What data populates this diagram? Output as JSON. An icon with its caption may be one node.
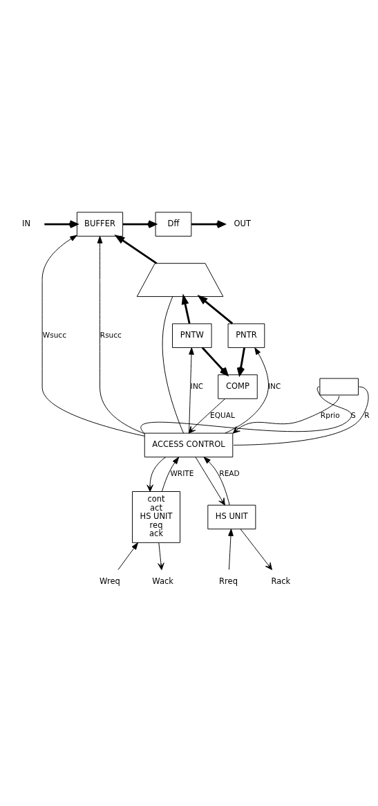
{
  "diagram": {
    "nodes": [
      {
        "text": [
          "IN"
        ]
      },
      {
        "text": [
          "BUFFER"
        ]
      },
      {
        "text": [
          "Dff"
        ]
      },
      {
        "text": [
          "OUT"
        ]
      },
      {
        "text": [],
        "shape": "trapezoid"
      },
      {
        "text": [
          "PNTW"
        ]
      },
      {
        "text": [
          "PNTR"
        ]
      },
      {
        "text": [
          "COMP"
        ]
      },
      {
        "text": [],
        "shape": "box"
      },
      {
        "text": [
          "ACCESS CONTROL"
        ]
      },
      {
        "text": [
          "cont",
          "act",
          "HS UNIT",
          "req",
          "ack"
        ]
      },
      {
        "text": [
          "HS UNIT"
        ]
      },
      {
        "text": [
          "Wreq"
        ]
      },
      {
        "text": [
          "Wack"
        ]
      },
      {
        "text": [
          "Rreq"
        ]
      },
      {
        "text": [
          "Rack"
        ]
      }
    ],
    "edges": [
      {
        "from": 0,
        "to": 1,
        "arrow": "to",
        "style": "thick"
      },
      {
        "from": 1,
        "to": 2,
        "arrow": "to",
        "style": "thick"
      },
      {
        "from": 2,
        "to": 3,
        "arrow": "to",
        "style": "thick"
      },
      {
        "from": 4,
        "to": 1,
        "arrow": "to",
        "style": "thick"
      },
      {
        "from": 5,
        "to": 4,
        "arrow": "to",
        "style": "thick"
      },
      {
        "from": 6,
        "to": 4,
        "arrow": "to",
        "style": "thick"
      },
      {
        "from": 5,
        "to": 7,
        "arrow": "to",
        "style": "thick"
      },
      {
        "from": 6,
        "to": 7,
        "arrow": "to",
        "style": "thick"
      },
      {
        "from": 9,
        "to": 1,
        "arrow": "to",
        "label": "Wsucc"
      },
      {
        "from": 9,
        "to": 5,
        "arrow": "to",
        "label": "INC"
      },
      {
        "from": 9,
        "to": 8,
        "arrow": "none",
        "label": "S"
      },
      {
        "from": 9,
        "to": 10,
        "arrow": "to"
      },
      {
        "from": 9,
        "to": 1,
        "arrow": "to",
        "label": "Rsucc"
      },
      {
        "from": 9,
        "to": 6,
        "arrow": "to",
        "label": "INC"
      },
      {
        "from": 9,
        "to": 4,
        "arrow": "none"
      },
      {
        "from": 9,
        "to": 8,
        "arrow": "none",
        "label": "R"
      },
      {
        "from": 9,
        "to": 11,
        "arrow": "to"
      },
      {
        "from": 7,
        "to": 9,
        "arrow": "to",
        "label": "EQUAL"
      },
      {
        "from": 8,
        "to": 9,
        "arrow": "to",
        "label": "Rprio"
      },
      {
        "from": 10,
        "to": 9,
        "arrow": "to",
        "label": "WRITE"
      },
      {
        "from": 11,
        "to": 9,
        "arrow": "to",
        "label": "READ"
      },
      {
        "from": 12,
        "to": 10,
        "arrow": "to"
      },
      {
        "from": 10,
        "to": 13,
        "arrow": "to"
      },
      {
        "from": 14,
        "to": 11,
        "arrow": "to"
      },
      {
        "from": 11,
        "to": 15,
        "arrow": "to"
      }
    ]
  }
}
